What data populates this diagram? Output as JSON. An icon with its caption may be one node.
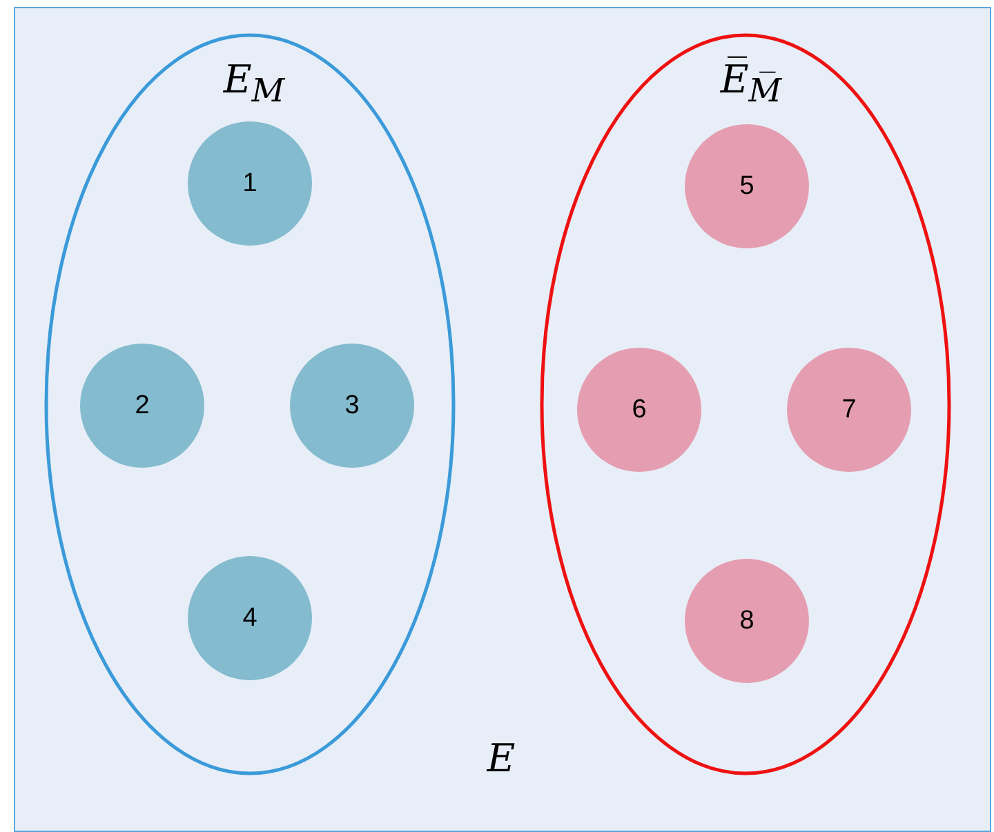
{
  "diagram": {
    "nodes": [
      {
        "text": [
          "E"
        ]
      },
      {
        "text": [
          "E$_{M}$"
        ],
        "in": 0
      },
      {
        "text": [
          "1"
        ],
        "in": 1
      },
      {
        "text": [
          "2"
        ],
        "in": 1
      },
      {
        "text": [
          "3"
        ],
        "in": 1
      },
      {
        "text": [
          "4"
        ],
        "in": 1
      },
      {
        "text": [
          "E̅$_{M̅}$"
        ],
        "in": 0
      },
      {
        "text": [
          "5"
        ],
        "in": 6
      },
      {
        "text": [
          "6"
        ],
        "in": 6
      },
      {
        "text": [
          "7"
        ],
        "in": 6
      },
      {
        "text": [
          "8"
        ],
        "in": 6
      }
    ],
    "edges": []
  }
}
